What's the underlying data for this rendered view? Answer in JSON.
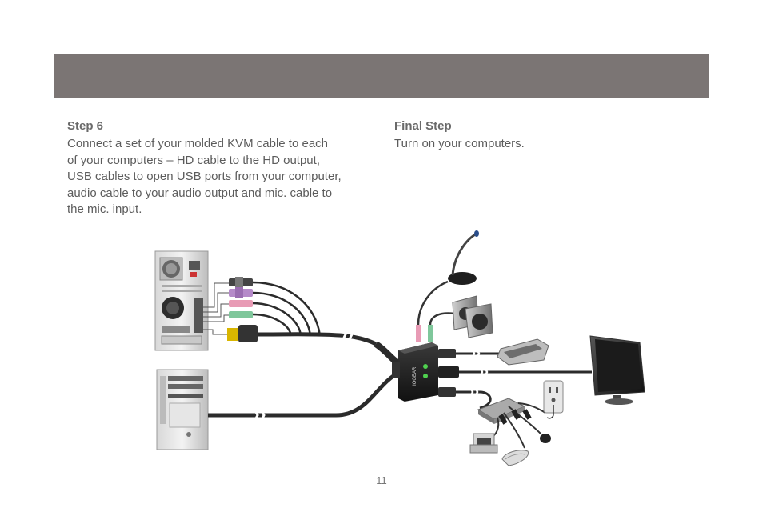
{
  "step6": {
    "title": "Step 6",
    "body": "Connect a set of your molded KVM cable to each\nof your computers – HD cable to the HD output,\nUSB cables to open USB ports from your computer,\naudio cable to your audio output and mic. cable to\nthe mic. input."
  },
  "final_step": {
    "title": "Final Step",
    "body": "Turn on your computers."
  },
  "device_logo_text": "IOGEAR",
  "page_number": "11",
  "colors": {
    "header": "#7b7574",
    "cable": "#2b2b2b",
    "audio_green": "#7fc79b",
    "audio_pink": "#e89bb5",
    "ps2_purple": "#b58ac9",
    "hdmi_gold": "#d9b600",
    "led_green": "#4fd14f"
  }
}
